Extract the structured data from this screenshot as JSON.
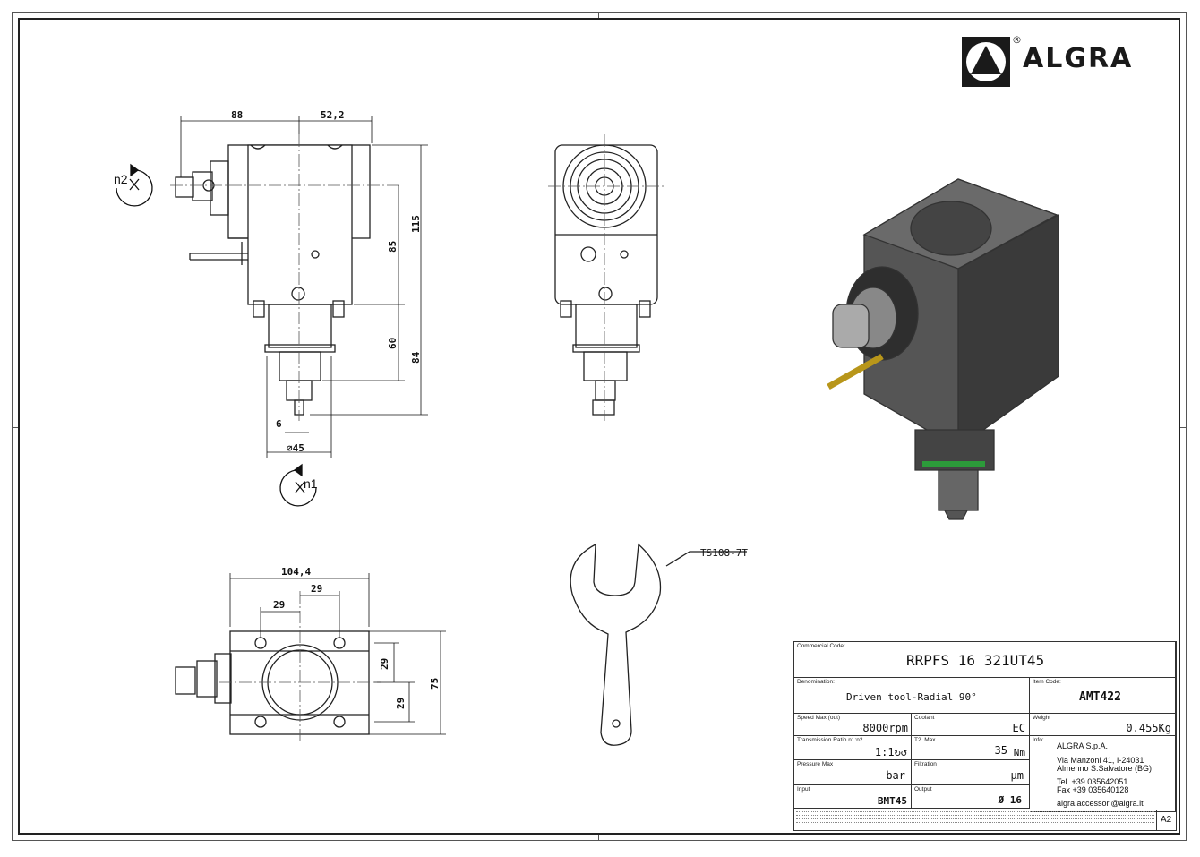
{
  "brand": {
    "name": "ALGRA",
    "registered": "®"
  },
  "dimensions": {
    "side_view": {
      "d88": "88",
      "d52_2": "52,2",
      "d115": "115",
      "d85": "85",
      "d60": "60",
      "d84": "84",
      "d6": "6",
      "d45": "∅45"
    },
    "bottom_view": {
      "d104_4": "104,4",
      "d29_top": "29",
      "d29_left": "29",
      "d29_right_a": "29",
      "d29_right_b": "29",
      "d75": "75"
    }
  },
  "rotation": {
    "input": "n2",
    "output": "n1"
  },
  "wrench": {
    "callout": "TS108-7T"
  },
  "title_block": {
    "commercial_code": {
      "label": "Commercial Code:",
      "value": "RRPFS 16 321UT45"
    },
    "denomination": {
      "label": "Denomination:",
      "value": "Driven tool-Radial 90°"
    },
    "item_code": {
      "label": "Item Code:",
      "value": "AMT422"
    },
    "speed_max": {
      "label": "Speed Max (out)",
      "value": "8000rpm"
    },
    "coolant": {
      "label": "Coolant",
      "value": "EC"
    },
    "weight": {
      "label": "Weight",
      "value": "0.455Kg"
    },
    "ratio": {
      "label": "Transmission Ratio n1:n2",
      "value": "1:1↻↺"
    },
    "torque": {
      "label": "T2. Max",
      "value": "35",
      "unit": "Nm"
    },
    "info_label": "Info:",
    "pressure": {
      "label": "Pressure Max",
      "value": "bar"
    },
    "filtration": {
      "label": "Filtration",
      "value": "μm"
    },
    "input": {
      "label": "Input",
      "value": "BMT45"
    },
    "output": {
      "label": "Output",
      "value": "Ø 16"
    },
    "company": [
      "ALGRA S.p.A.",
      "Via Manzoni 41, I-24031",
      "Almenno S.Salvatore (BG)",
      "Tel. +39 035642051",
      "Fax +39 035640128",
      "algra.accessori@algra.it"
    ],
    "sheet_size": "A2"
  }
}
